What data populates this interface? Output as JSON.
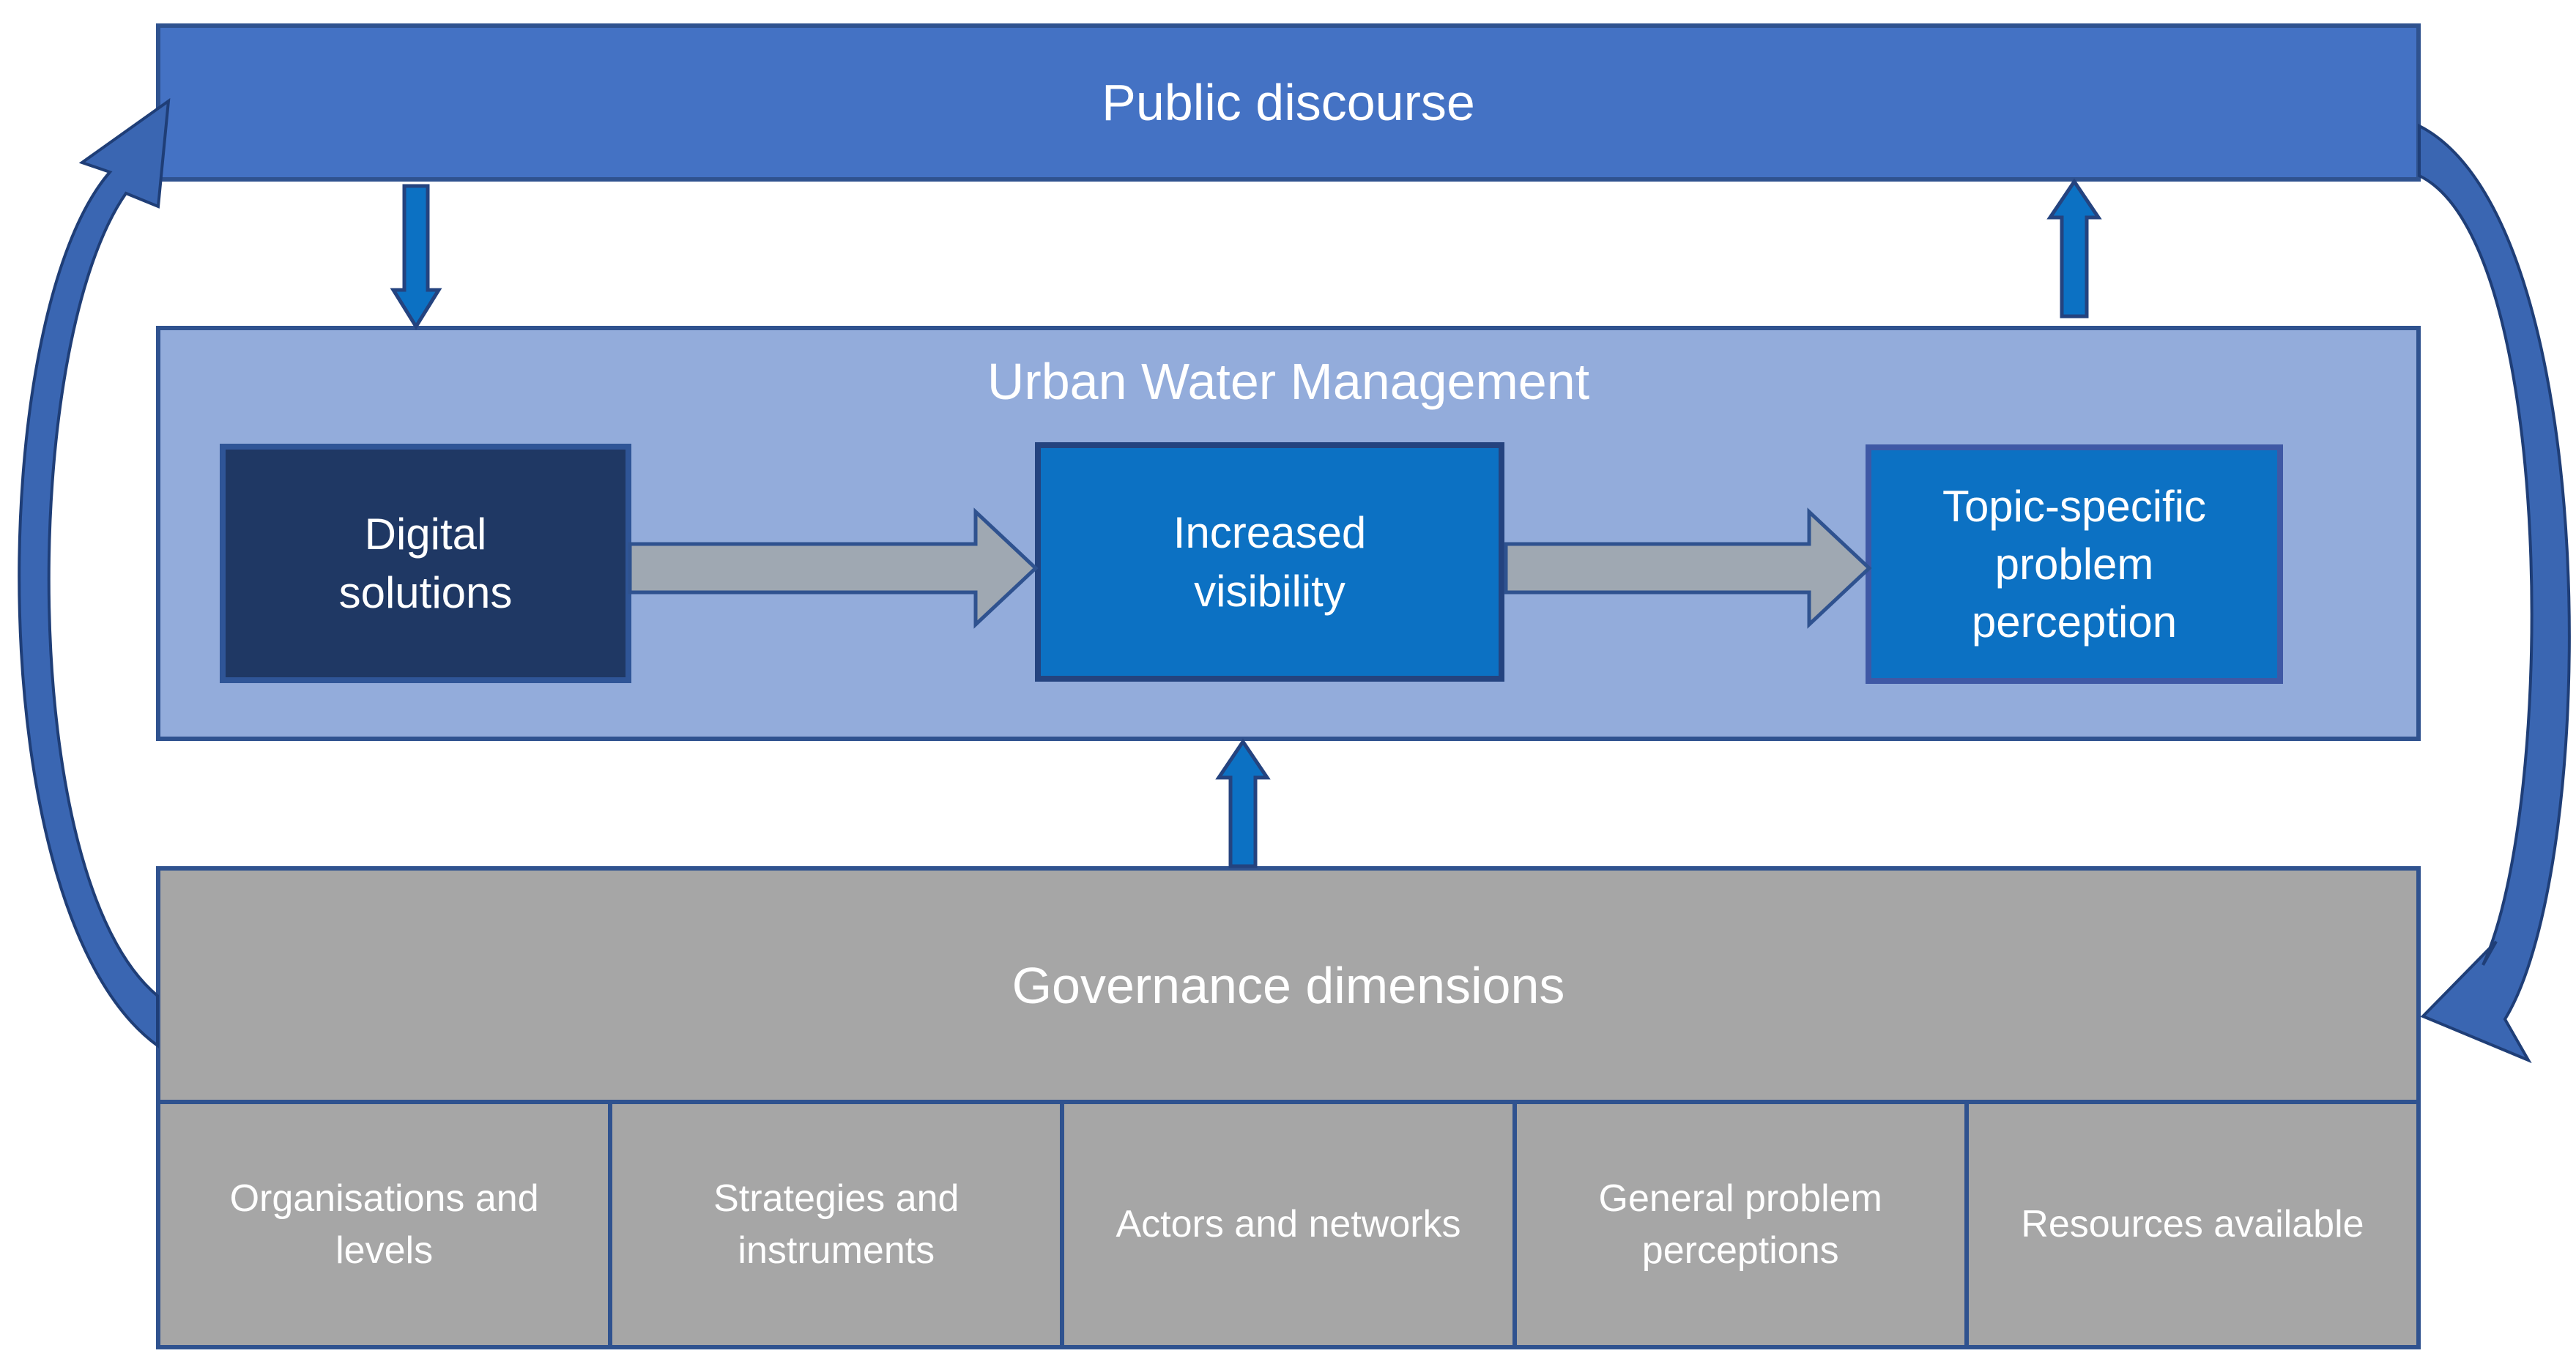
{
  "public_discourse": {
    "label": "Public discourse"
  },
  "uwm": {
    "label": "Urban Water Management",
    "boxes": [
      {
        "label": "Digital solutions"
      },
      {
        "label": "Increased visibility"
      },
      {
        "label": "Topic-specific problem perception"
      }
    ]
  },
  "governance": {
    "label": "Governance dimensions",
    "cells": [
      {
        "label": "Organisations and levels"
      },
      {
        "label": "Strategies and instruments"
      },
      {
        "label": "Actors and networks"
      },
      {
        "label": "General problem perceptions"
      },
      {
        "label": "Resources available"
      }
    ]
  },
  "arrows": {
    "down_public_to_uwm": "arrow-down-icon",
    "right_digital_to_visibility": "arrow-right-icon",
    "right_visibility_to_topic": "arrow-right-icon",
    "up_governance_to_uwm": "arrow-up-icon",
    "up_uwm_to_public": "arrow-up-icon",
    "curved_left_governance_to_public": "curved-up-arrow-icon",
    "curved_right_public_to_governance": "curved-down-arrow-icon"
  },
  "colors": {
    "public_bar_fill": "#4472C4",
    "uwm_fill": "#93ACDB",
    "dark_box_fill": "#1F3864",
    "blue_box_fill": "#0C71C3",
    "governance_fill": "#A6A6A6",
    "box_border": "#2F528F",
    "straight_arrow_fill": "#0C71C3",
    "gray_arrow_fill": "#9FA8B2",
    "curved_arrow_fill": "#3A66B2",
    "arrow_outline": "#1F3E77",
    "text": "#FFFFFF"
  }
}
